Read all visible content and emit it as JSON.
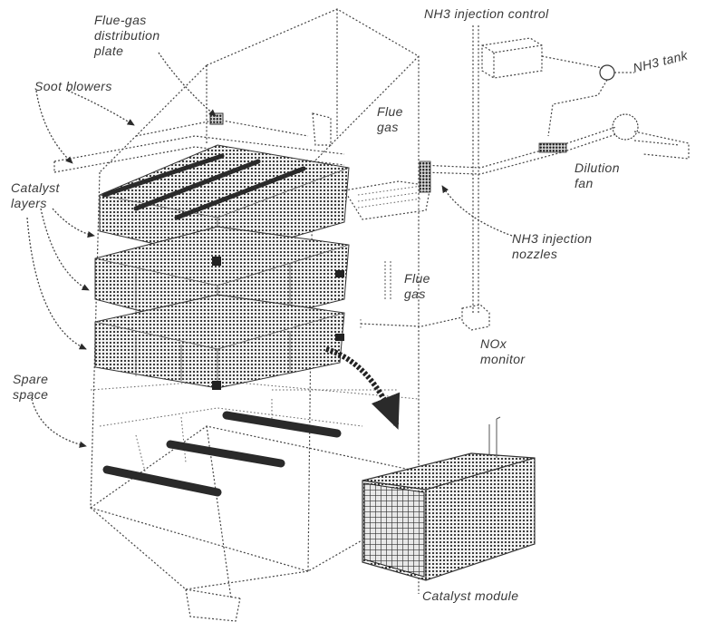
{
  "labels": {
    "flue_gas_distribution_plate": [
      "Flue-gas",
      "distribution",
      "plate"
    ],
    "soot_blowers": "Soot blowers",
    "catalyst_layers": [
      "Catalyst",
      "layers"
    ],
    "spare_space": [
      "Spare",
      "space"
    ],
    "flue_gas_top": [
      "Flue",
      "gas"
    ],
    "flue_gas_mid": [
      "Flue",
      "gas"
    ],
    "nh3_injection_control": "NH3 injection control",
    "nh3_tank": "NH3 tank",
    "dilution_fan": [
      "Dilution",
      "fan"
    ],
    "nh3_injection_nozzles": [
      "NH3 injection",
      "nozzles"
    ],
    "nox_monitor": [
      "NOx",
      "monitor"
    ],
    "catalyst_module": "Catalyst module"
  },
  "colors": {
    "line": "#444444",
    "dots": "#333333",
    "text": "#3a3a3a",
    "background": "#ffffff"
  }
}
